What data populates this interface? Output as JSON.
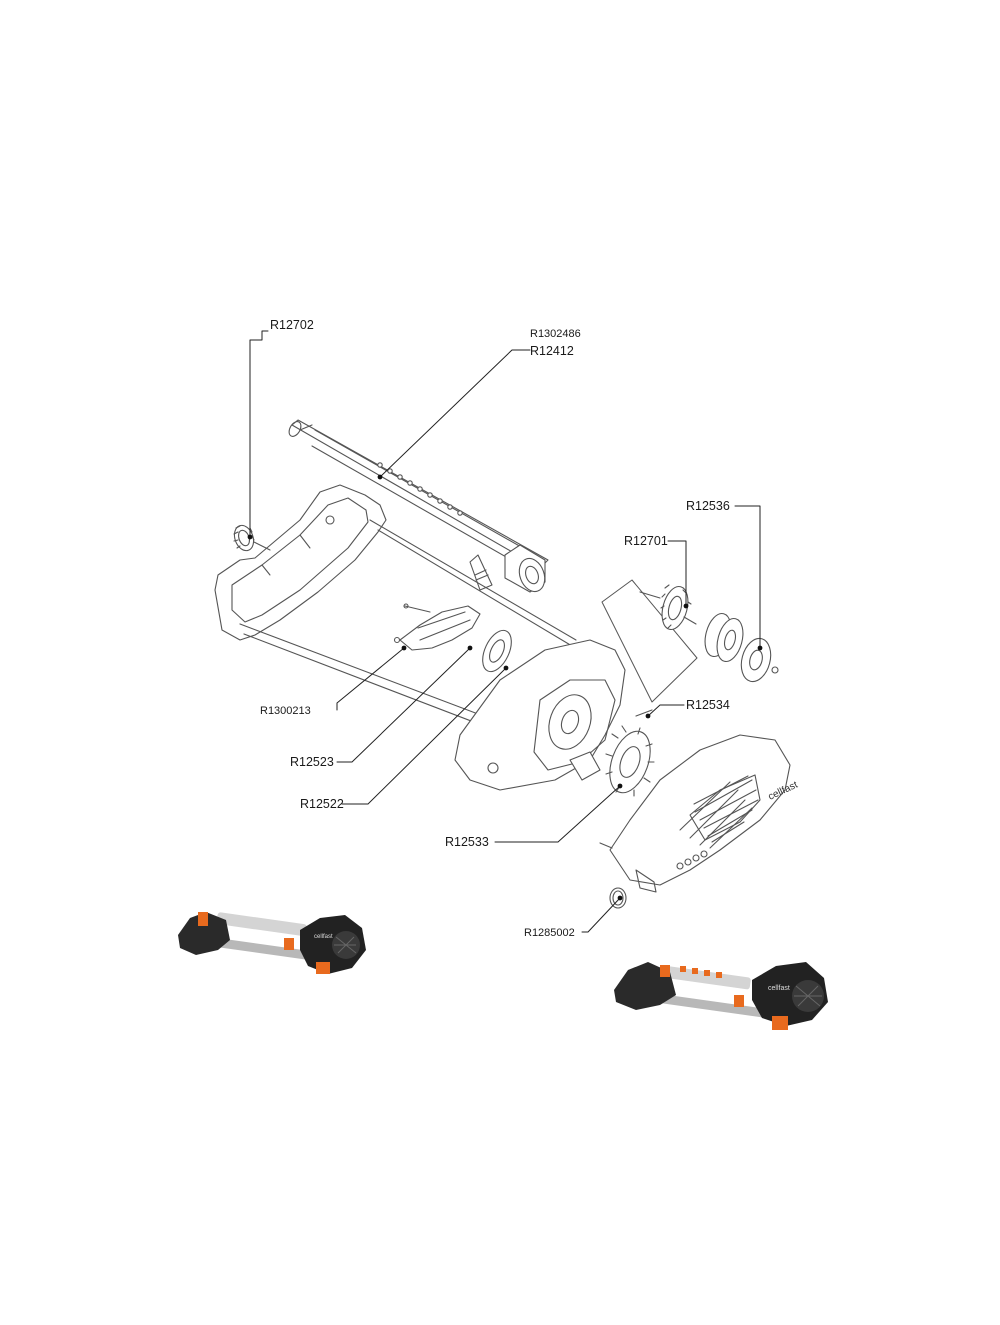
{
  "diagram": {
    "part_labels": {
      "r12702": "R12702",
      "r1302486": "R1302486",
      "r12412": "R12412",
      "r12536": "R12536",
      "r12701": "R12701",
      "r12534": "R12534",
      "r1300213": "R1300213",
      "r12523": "R12523",
      "r12522": "R12522",
      "r12533": "R12533",
      "r1285002": "R1285002"
    },
    "colors": {
      "line": "#555555",
      "product_body": "#222222",
      "product_accent": "#e86a1e",
      "product_metal": "#b8b8b8"
    },
    "product_brand": "Cellfast"
  }
}
